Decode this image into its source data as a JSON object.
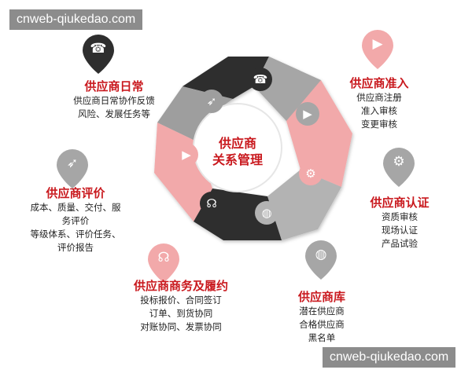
{
  "center": {
    "line1": "供应商",
    "line2": "关系管理"
  },
  "watermark": {
    "top": "cnweb-qiukedao.com",
    "bottom": "cnweb-qiukedao.com"
  },
  "colors": {
    "accent": "#c9191e",
    "dark": "#2a2a2a",
    "gray": "#a8a8a8",
    "pink": "#f2a9aa"
  },
  "stages": [
    {
      "id": "daily",
      "title": "供应商日常",
      "icon": "phone-icon",
      "glyph": "☎",
      "lines": [
        "供应商日常协作反馈",
        "风险、发展任务等"
      ]
    },
    {
      "id": "admission",
      "title": "供应商准入",
      "icon": "play-icon",
      "glyph": "▶",
      "lines": [
        "供应商注册",
        "准入审核",
        "变更审核"
      ]
    },
    {
      "id": "certification",
      "title": "供应商认证",
      "icon": "gear-icon",
      "glyph": "⚙",
      "lines": [
        "资质审核",
        "现场认证",
        "产品试验"
      ]
    },
    {
      "id": "library",
      "title": "供应商库",
      "icon": "globe-icon",
      "glyph": "◍",
      "lines": [
        "潜在供应商",
        "合格供应商",
        "黑名单"
      ]
    },
    {
      "id": "business",
      "title": "供应商商务及履约",
      "icon": "headphones-icon",
      "glyph": "☊",
      "lines": [
        "投标报价、合同签订",
        "订单、到货协同",
        "对账协同、发票协同"
      ]
    },
    {
      "id": "evaluation",
      "title": "供应商评价",
      "icon": "rocket-icon",
      "glyph": "➶",
      "lines": [
        "成本、质量、交付、服",
        "务评价",
        "等级体系、评价任务、",
        "评价报告"
      ]
    }
  ]
}
